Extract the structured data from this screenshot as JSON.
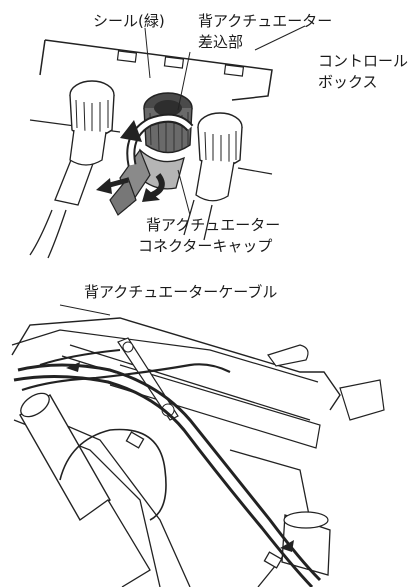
{
  "labels": {
    "seal_green": "シール(緑)",
    "back_actuator_inlet": "背アクチュエーター",
    "back_actuator_inlet_2": "差込部",
    "control_box": "コントロール",
    "control_box_2": "ボックス",
    "connector_cap": "背アクチュエーター",
    "connector_cap_2": "コネクターキャップ",
    "cable": "背アクチュエーターケーブル"
  }
}
